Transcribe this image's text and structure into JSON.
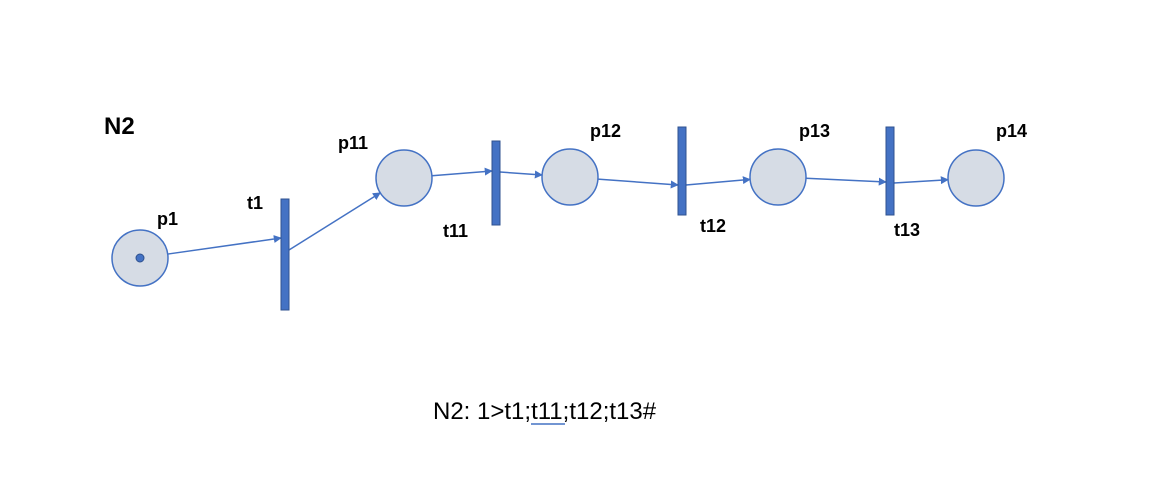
{
  "title": "N2",
  "colors": {
    "place_fill": "#d6dce5",
    "place_stroke": "#4472c4",
    "transition_fill": "#4472c4",
    "arc": "#4472c4",
    "token": "#4472c4"
  },
  "places": [
    {
      "id": "p1",
      "label": "p1",
      "tokens": 1
    },
    {
      "id": "p11",
      "label": "p11",
      "tokens": 0
    },
    {
      "id": "p12",
      "label": "p12",
      "tokens": 0
    },
    {
      "id": "p13",
      "label": "p13",
      "tokens": 0
    },
    {
      "id": "p14",
      "label": "p14",
      "tokens": 0
    }
  ],
  "transitions": [
    {
      "id": "t1",
      "label": "t1"
    },
    {
      "id": "t11",
      "label": "t11"
    },
    {
      "id": "t12",
      "label": "t12"
    },
    {
      "id": "t13",
      "label": "t13"
    }
  ],
  "arcs": [
    {
      "from": "p1",
      "to": "t1"
    },
    {
      "from": "t1",
      "to": "p11"
    },
    {
      "from": "p11",
      "to": "t11"
    },
    {
      "from": "t11",
      "to": "p12"
    },
    {
      "from": "p12",
      "to": "t12"
    },
    {
      "from": "t12",
      "to": "p13"
    },
    {
      "from": "p13",
      "to": "t13"
    },
    {
      "from": "t13",
      "to": "p14"
    }
  ],
  "sequence": {
    "prefix": "N2: 1>",
    "underlined": "t1",
    "suffix": ";t11;t12;t13#"
  }
}
